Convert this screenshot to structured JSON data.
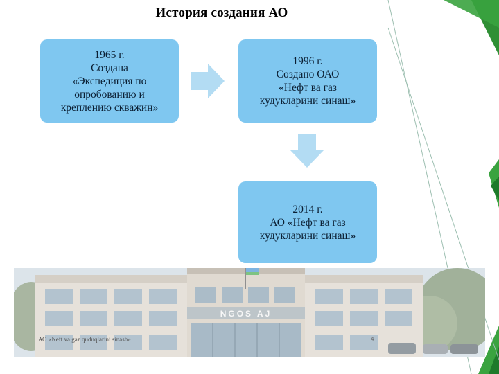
{
  "slide": {
    "title": "История создания АО",
    "boxes": [
      {
        "lines": [
          "1965 г.",
          "Создана",
          "«Экспедиция по",
          "опробованию и",
          "креплению скважин»"
        ]
      },
      {
        "lines": [
          "1996 г.",
          "Создано ОАО",
          "«Нефт ва газ",
          "кудукларини синаш»"
        ]
      },
      {
        "lines": [
          "2014 г.",
          "АО «Нефт ва газ",
          "кудукларини синаш»"
        ]
      }
    ],
    "arrows": [
      {
        "direction": "right",
        "icon": "arrow-right-icon"
      },
      {
        "direction": "down",
        "icon": "arrow-down-icon"
      }
    ],
    "photo": {
      "sign_text": "NGOS AJ"
    },
    "footer": "АО «Neft va gaz quduqlarini sinash»",
    "page_number": "4"
  },
  "colors": {
    "box": "#7fc7f0",
    "arrow": "#b3dcf3",
    "accent_triangles": "#3aa33f",
    "accent_dark": "#1e7a2a"
  }
}
